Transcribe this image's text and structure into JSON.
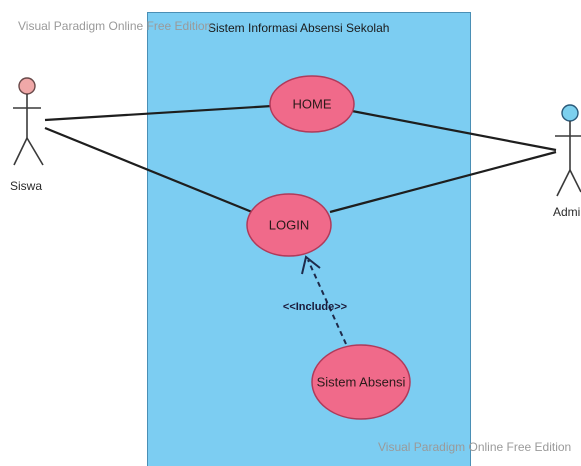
{
  "watermark": {
    "top": "Visual Paradigm Online Free Edition",
    "bottom": "Visual Paradigm Online Free Edition"
  },
  "system": {
    "title": "Sistem Informasi Absensi Sekolah",
    "fill_color": "#7ccdf2"
  },
  "actors": [
    {
      "id": "siswa",
      "label": "Siswa",
      "head_color": "#f0a8a8"
    },
    {
      "id": "admin",
      "label": "Admi",
      "head_color": "#7cd0ee"
    }
  ],
  "use_cases": [
    {
      "id": "home",
      "label": "HOME",
      "fill_color": "#f06a8a"
    },
    {
      "id": "login",
      "label": "LOGIN",
      "fill_color": "#f06a8a"
    },
    {
      "id": "absensi",
      "label": "Sistem Absensi",
      "fill_color": "#f06a8a"
    }
  ],
  "relations": {
    "include_label": "<<Include>>"
  }
}
